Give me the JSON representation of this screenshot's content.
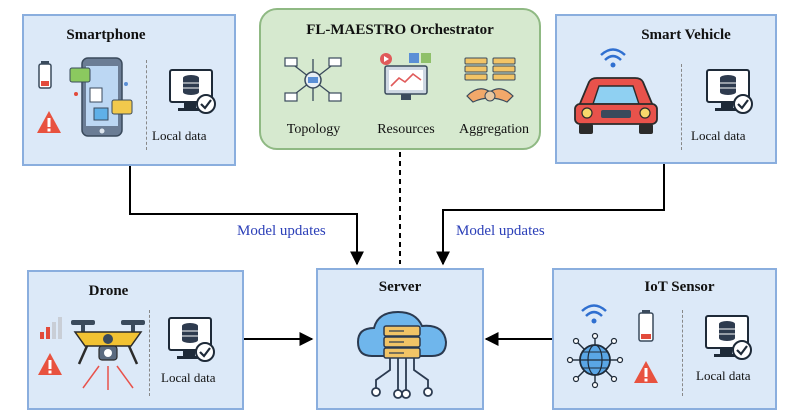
{
  "orchestrator": {
    "title": "FL-MAESTRO Orchestrator",
    "items": [
      {
        "label": "Topology",
        "icon": "topology-network-icon"
      },
      {
        "label": "Resources",
        "icon": "resources-monitor-icon"
      },
      {
        "label": "Aggregation",
        "icon": "aggregation-handshake-icon"
      }
    ]
  },
  "nodes": {
    "smartphone": {
      "title": "Smartphone",
      "local_data": "Local data",
      "icons": [
        "battery-low-icon",
        "warning-icon",
        "smartphone-icon",
        "local-data-computer-icon"
      ]
    },
    "vehicle": {
      "title": "Smart Vehicle",
      "local_data": "Local data",
      "icons": [
        "wifi-icon",
        "car-icon",
        "local-data-computer-icon"
      ]
    },
    "drone": {
      "title": "Drone",
      "local_data": "Local data",
      "icons": [
        "signal-bars-icon",
        "warning-icon",
        "drone-icon",
        "local-data-computer-icon"
      ]
    },
    "sensor": {
      "title": "IoT Sensor",
      "local_data": "Local data",
      "icons": [
        "wifi-icon",
        "globe-sensor-icon",
        "battery-low-icon",
        "warning-icon",
        "local-data-computer-icon"
      ]
    },
    "server": {
      "title": "Server",
      "icons": [
        "cloud-server-icon"
      ]
    }
  },
  "edges": {
    "left_label": "Model updates",
    "right_label": "Model updates"
  },
  "colors": {
    "node_fill": "#dce9f8",
    "node_border": "#8aaede",
    "orchestrator_fill": "#d6e9cf",
    "orchestrator_border": "#8fb983",
    "edge_label": "#2b3fb8"
  }
}
